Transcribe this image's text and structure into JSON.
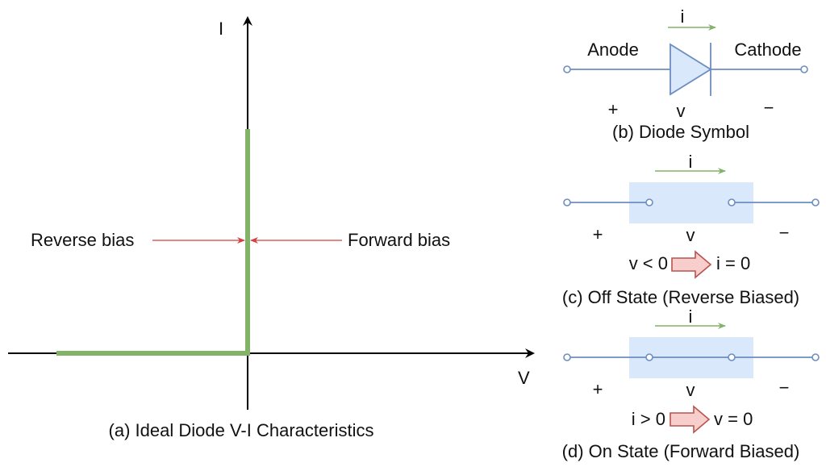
{
  "colors": {
    "curve": "#82b366",
    "wire": "#6c8ebf",
    "diode_fill": "#dae8fc",
    "current_arrow": "#82b366",
    "bias_arrow": "#d04040",
    "implies_arrow_fill": "#f8cecc",
    "implies_arrow_stroke": "#b85450",
    "axis": "#000000"
  },
  "panel_a": {
    "axis_y_label": "I",
    "axis_x_label": "V",
    "reverse_label": "Reverse bias",
    "forward_label": "Forward bias",
    "caption": "(a) Ideal Diode V-I Characteristics"
  },
  "panel_b": {
    "current_label": "i",
    "anode_label": "Anode",
    "cathode_label": "Cathode",
    "plus_label": "+",
    "voltage_label": "v",
    "minus_label": "−",
    "caption": "(b) Diode Symbol"
  },
  "panel_c": {
    "current_label": "i",
    "plus_label": "+",
    "voltage_label": "v",
    "minus_label": "−",
    "condition": "v < 0",
    "result": "i = 0",
    "caption": "(c) Off State (Reverse Biased)"
  },
  "panel_d": {
    "current_label": "i",
    "plus_label": "+",
    "voltage_label": "v",
    "minus_label": "−",
    "condition": "i > 0",
    "result": "v = 0",
    "caption": "(d) On State (Forward Biased)"
  }
}
